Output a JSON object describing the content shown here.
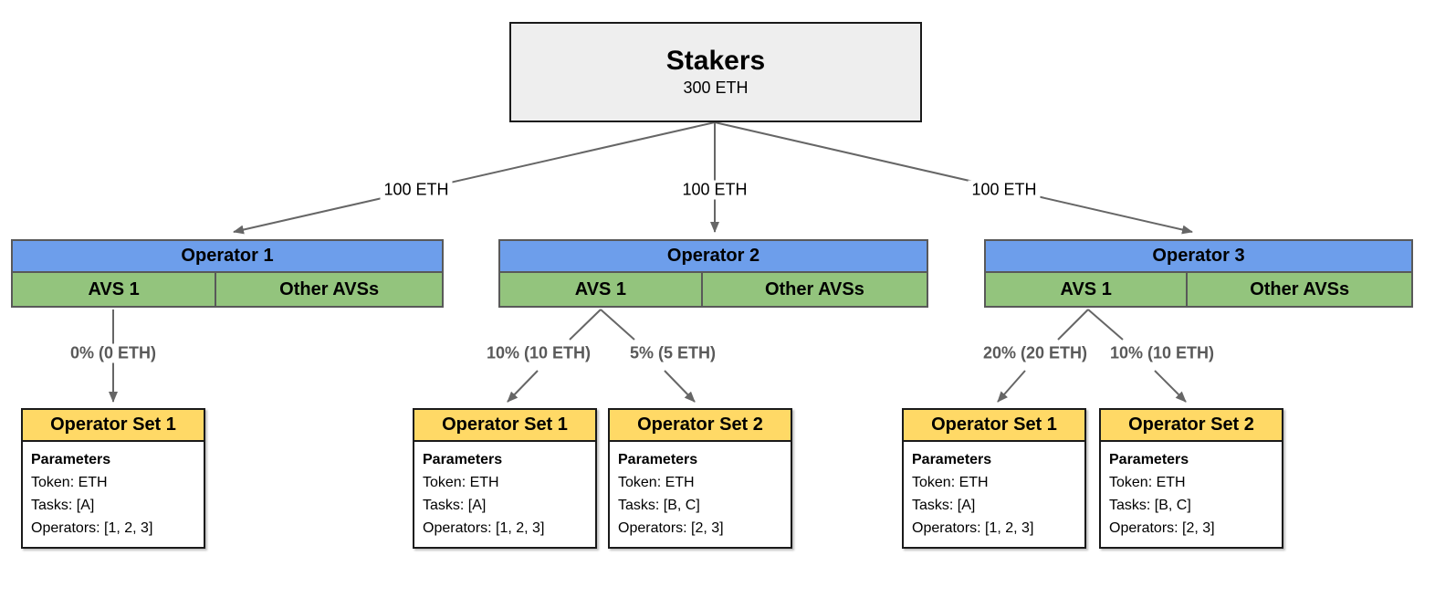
{
  "colors": {
    "stakers_fill": "#eeeeee",
    "operator_header_fill": "#6d9eeb",
    "avs_fill": "#93c47d",
    "operator_set_header_fill": "#ffd966",
    "connector_line": "#666666",
    "allocation_label_text": "#595959"
  },
  "stakers": {
    "title": "Stakers",
    "amount": "300 ETH"
  },
  "delegations": [
    {
      "label": "100 ETH"
    },
    {
      "label": "100 ETH"
    },
    {
      "label": "100 ETH"
    }
  ],
  "operators": [
    {
      "title": "Operator 1",
      "avs": "AVS 1",
      "other_avs": "Other AVSs",
      "allocations": [
        {
          "label": "0% (0 ETH)",
          "operator_set": {
            "title": "Operator Set 1",
            "params_heading": "Parameters",
            "token": "Token: ETH",
            "tasks": "Tasks: [A]",
            "operators": "Operators: [1, 2, 3]"
          }
        }
      ]
    },
    {
      "title": "Operator 2",
      "avs": "AVS 1",
      "other_avs": "Other AVSs",
      "allocations": [
        {
          "label": "10% (10 ETH)",
          "operator_set": {
            "title": "Operator Set 1",
            "params_heading": "Parameters",
            "token": "Token: ETH",
            "tasks": "Tasks: [A]",
            "operators": "Operators: [1, 2, 3]"
          }
        },
        {
          "label": "5% (5 ETH)",
          "operator_set": {
            "title": "Operator Set 2",
            "params_heading": "Parameters",
            "token": "Token: ETH",
            "tasks": "Tasks: [B, C]",
            "operators": "Operators: [2, 3]"
          }
        }
      ]
    },
    {
      "title": "Operator 3",
      "avs": "AVS 1",
      "other_avs": "Other AVSs",
      "allocations": [
        {
          "label": "20% (20 ETH)",
          "operator_set": {
            "title": "Operator Set 1",
            "params_heading": "Parameters",
            "token": "Token: ETH",
            "tasks": "Tasks: [A]",
            "operators": "Operators: [1, 2, 3]"
          }
        },
        {
          "label": "10% (10 ETH)",
          "operator_set": {
            "title": "Operator Set 2",
            "params_heading": "Parameters",
            "token": "Token: ETH",
            "tasks": "Tasks: [B, C]",
            "operators": "Operators: [2, 3]"
          }
        }
      ]
    }
  ]
}
